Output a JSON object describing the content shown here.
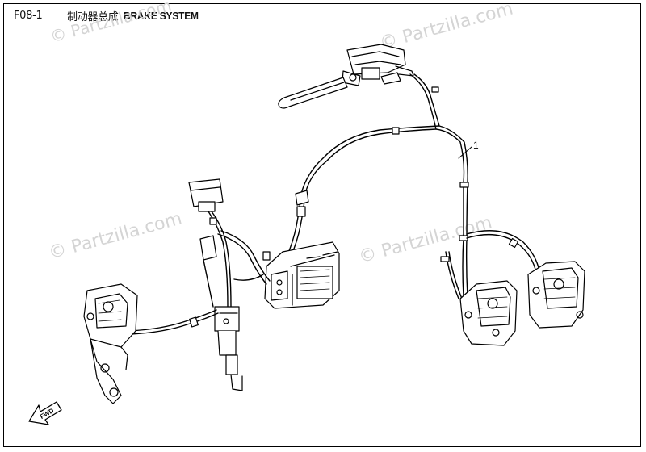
{
  "header": {
    "code": "F08-1",
    "title_cn": "制动器总成",
    "title_en": "BRAKE SYSTEM"
  },
  "watermarks": [
    "© Partzilla.com",
    "© Partzilla.com",
    "© Partzilla.com",
    "© Partzilla.com"
  ],
  "callouts": {
    "ref_1": "1"
  },
  "direction_arrow": {
    "label": "FWD"
  }
}
